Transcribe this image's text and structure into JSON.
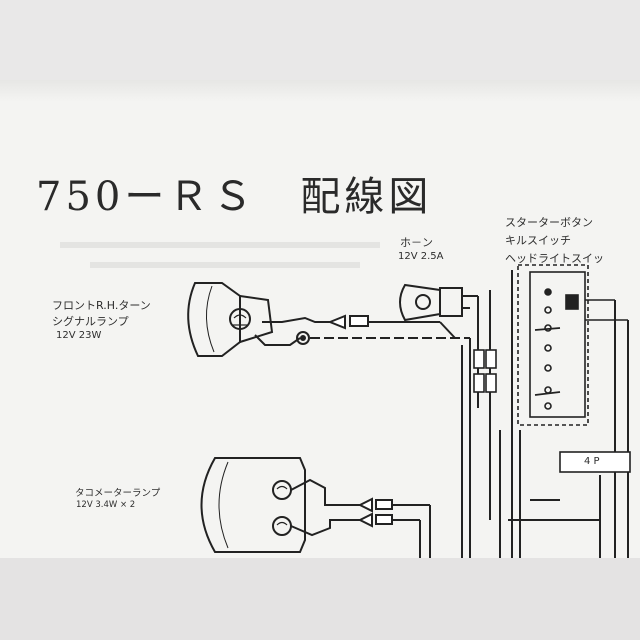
{
  "document": {
    "title": "750ーＲＳ　配線図"
  },
  "components": {
    "front_turn_signal": {
      "name_line1": "フロントR.H.ターン",
      "name_line2": "シグナルランプ",
      "spec": "12V 23W"
    },
    "horn": {
      "name": "ホ－ン",
      "spec": "12V 2.5A"
    },
    "switch_group": {
      "items": [
        "スターターボタン",
        "キルスイッチ",
        "ヘッドライトスイッ"
      ]
    },
    "tachometer_lamp": {
      "name": "タコメーターランプ",
      "spec": "12V 3.4W × 2"
    },
    "connector": {
      "label": "4 P"
    }
  }
}
